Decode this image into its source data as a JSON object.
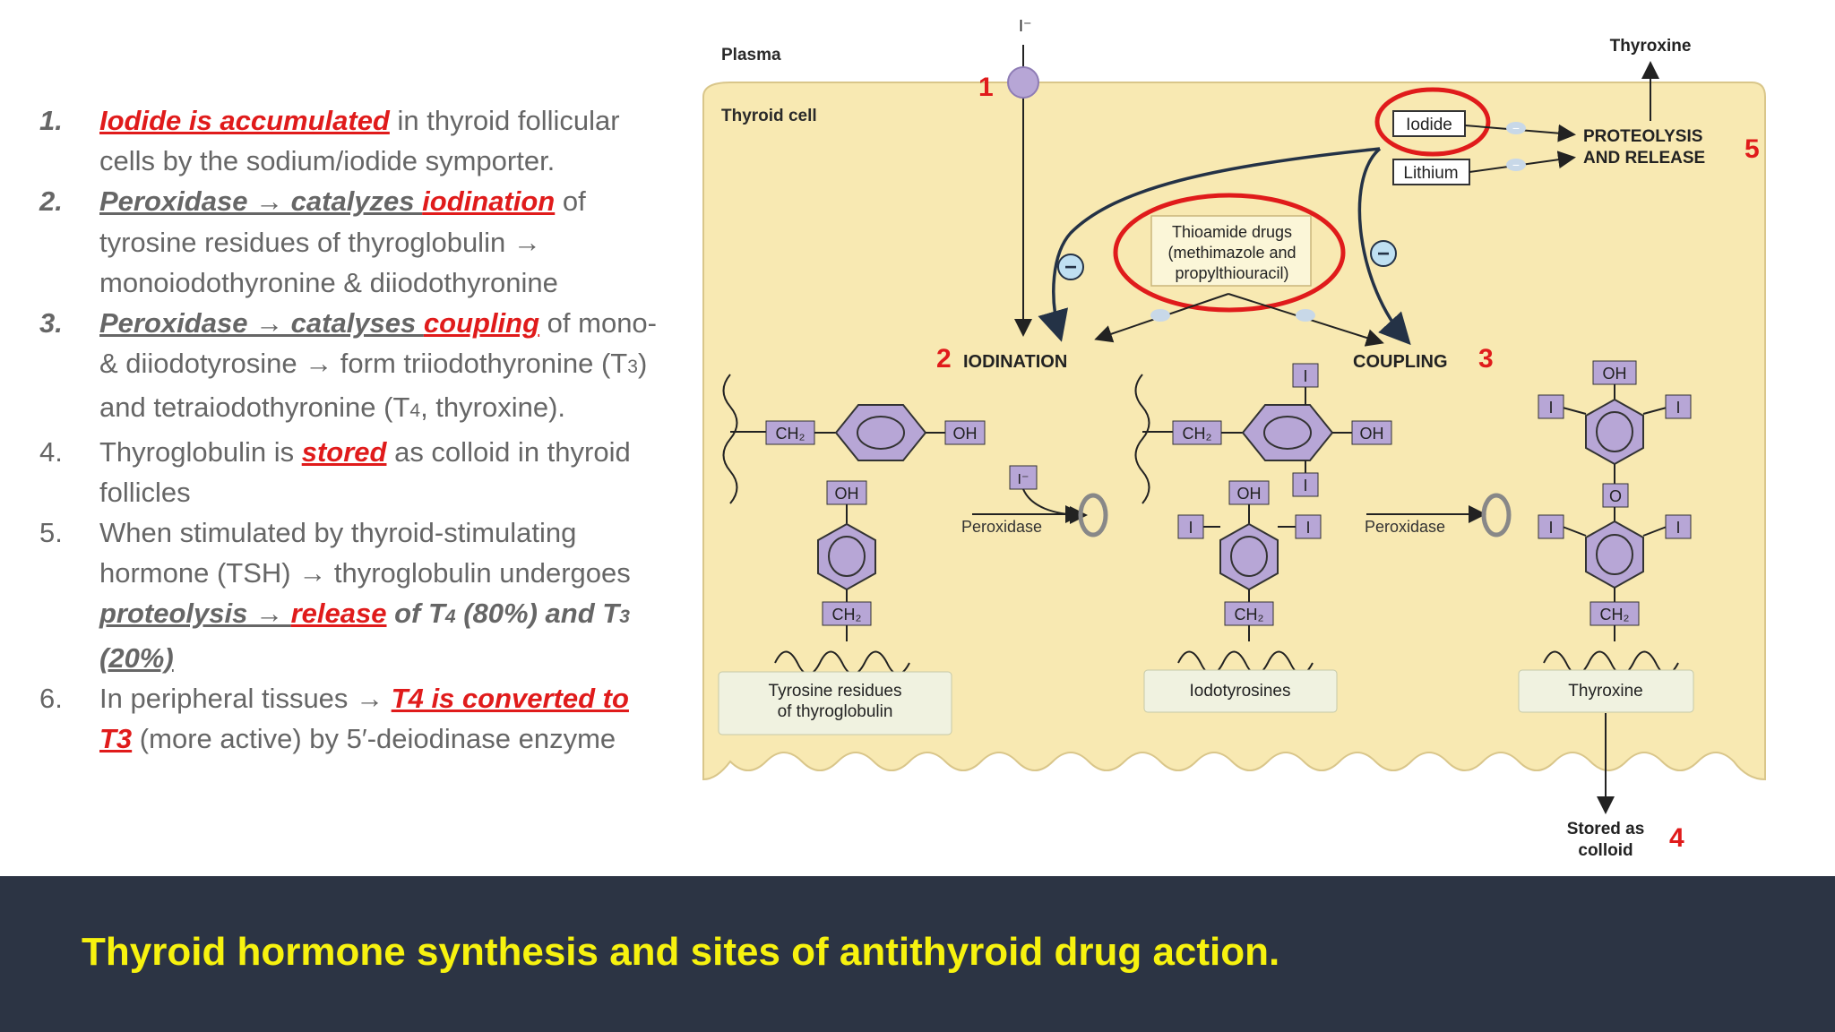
{
  "steps": [
    {
      "num": "1.",
      "parts": [
        {
          "t": "Iodide is accumulated",
          "s": "red"
        },
        {
          "t": " in thyroid follicular cells by the sodium/iodide symporter.",
          "s": ""
        }
      ]
    },
    {
      "num": "2.",
      "parts": [
        {
          "t": "Peroxidase → catalyzes ",
          "s": "grey"
        },
        {
          "t": "iodination",
          "s": "red"
        },
        {
          "t": " of tyrosine residues of thyroglobulin → monoiodothyronine & diiodothyronine",
          "s": ""
        }
      ]
    },
    {
      "num": "3.",
      "parts": [
        {
          "t": "Peroxidase → catalyses ",
          "s": "grey"
        },
        {
          "t": "coupling",
          "s": "red"
        },
        {
          "t": " of mono- & diiodotyrosine → form triiodothyronine (T",
          "s": ""
        },
        {
          "t": "3",
          "s": "sub"
        },
        {
          "t": ") and tetraiodothyronine (T",
          "s": ""
        },
        {
          "t": "4",
          "s": "sub"
        },
        {
          "t": ", thyroxine).",
          "s": ""
        }
      ]
    },
    {
      "num": "4.",
      "parts": [
        {
          "t": "Thyroglobulin is ",
          "s": ""
        },
        {
          "t": "stored",
          "s": "red"
        },
        {
          "t": " as colloid in thyroid follicles",
          "s": ""
        }
      ]
    },
    {
      "num": "5.",
      "parts": [
        {
          "t": "When stimulated by thyroid-stimulating hormone (TSH) → thyroglobulin undergoes ",
          "s": ""
        },
        {
          "t": "proteolysis → ",
          "s": "grey"
        },
        {
          "t": "release",
          "s": "red"
        },
        {
          "t": " of T",
          "s": "grey-i"
        },
        {
          "t": "4",
          "s": "sub-i"
        },
        {
          "t": " (80%) and T",
          "s": "grey-i"
        },
        {
          "t": "3",
          "s": "sub-i"
        },
        {
          "t": " (20%)",
          "s": "grey"
        }
      ]
    },
    {
      "num": "6.",
      "parts": [
        {
          "t": "In peripheral tissues → ",
          "s": ""
        },
        {
          "t": "T4 is converted to T3",
          "s": "red"
        },
        {
          "t": " (more active) by 5′-deiodinase enzyme",
          "s": ""
        }
      ]
    }
  ],
  "diagram": {
    "plasma": "Plasma",
    "thyroid_cell": "Thyroid cell",
    "iodide_ion": "I⁻",
    "iodide_box": "Iodide",
    "lithium_box": "Lithium",
    "thyroxine_top": "Thyroxine",
    "proteolysis_1": "PROTEOLYSIS",
    "proteolysis_2": "AND RELEASE",
    "thioamide_1": "Thioamide drugs",
    "thioamide_2": "(methimazole and",
    "thioamide_3": "propylthiouracil)",
    "iodination": "IODINATION",
    "coupling": "COUPLING",
    "peroxidase": "Peroxidase",
    "ch2": "CH₂",
    "oh": "OH",
    "i": "I",
    "o": "O",
    "minus": "−",
    "tyrosine_1": "Tyrosine residues",
    "tyrosine_2": "of thyroglobulin",
    "iodotyrosines": "Iodotyrosines",
    "thyroxine_box": "Thyroxine",
    "stored_1": "Stored as",
    "stored_2": "colloid",
    "n1": "1",
    "n2": "2",
    "n3": "3",
    "n4": "4",
    "n5": "5"
  },
  "caption": "Thyroid hormone synthesis and sites of antithyroid drug action.",
  "colors": {
    "cell_fill": "#f8e9b2",
    "mol_fill": "#b7a6d6",
    "red": "#e01b1b",
    "footer": "#2c3444",
    "caption": "#f7f20f"
  }
}
